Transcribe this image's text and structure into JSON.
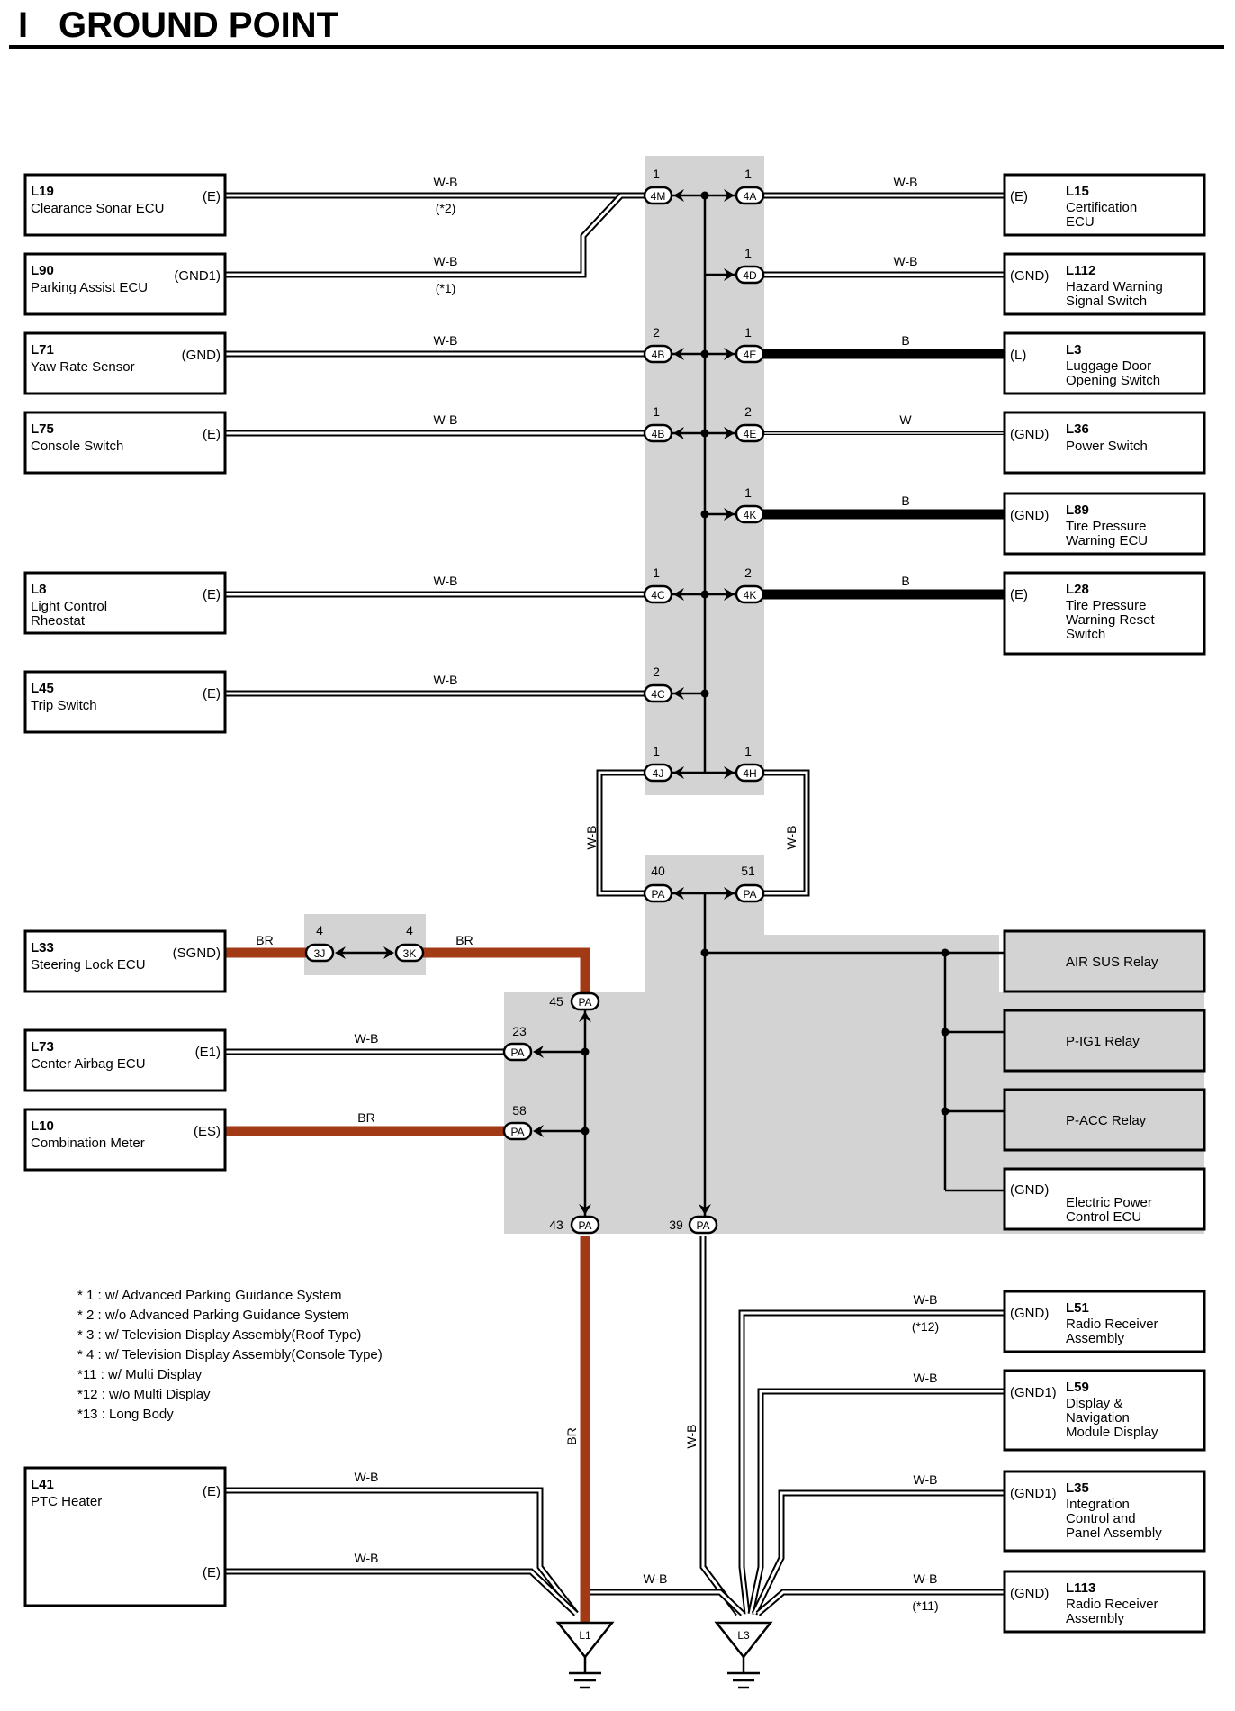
{
  "page": {
    "section_letter": "I",
    "title": "GROUND POINT"
  },
  "components": {
    "L19": {
      "code": "L19",
      "name": [
        "Clearance Sonar ECU"
      ],
      "terminal": "(E)"
    },
    "L90": {
      "code": "L90",
      "name": [
        "Parking Assist ECU"
      ],
      "terminal": "(GND1)"
    },
    "L71": {
      "code": "L71",
      "name": [
        "Yaw Rate Sensor"
      ],
      "terminal": "(GND)"
    },
    "L75": {
      "code": "L75",
      "name": [
        "Console Switch"
      ],
      "terminal": "(E)"
    },
    "L8": {
      "code": "L8",
      "name": [
        "Light Control",
        "Rheostat"
      ],
      "terminal": "(E)"
    },
    "L45": {
      "code": "L45",
      "name": [
        "Trip Switch"
      ],
      "terminal": "(E)"
    },
    "L33": {
      "code": "L33",
      "name": [
        "Steering Lock ECU"
      ],
      "terminal": "(SGND)"
    },
    "L73": {
      "code": "L73",
      "name": [
        "Center Airbag ECU"
      ],
      "terminal": "(E1)"
    },
    "L10": {
      "code": "L10",
      "name": [
        "Combination Meter"
      ],
      "terminal": "(ES)"
    },
    "L41": {
      "code": "L41",
      "name": [
        "PTC Heater"
      ],
      "terminals": [
        "(E)",
        "(E)"
      ]
    },
    "L15": {
      "code": "L15",
      "name": [
        "Certification",
        "ECU"
      ],
      "terminal": "(E)"
    },
    "L112": {
      "code": "L112",
      "name": [
        "Hazard Warning",
        "Signal Switch"
      ],
      "terminal": "(GND)"
    },
    "L3": {
      "code": "L3",
      "name": [
        "Luggage Door",
        "Opening Switch"
      ],
      "terminal": "(L)"
    },
    "L36": {
      "code": "L36",
      "name": [
        "Power Switch"
      ],
      "terminal": "(GND)"
    },
    "L89": {
      "code": "L89",
      "name": [
        "Tire Pressure",
        "Warning ECU"
      ],
      "terminal": "(GND)"
    },
    "L28": {
      "code": "L28",
      "name": [
        "Tire Pressure",
        "Warning Reset",
        "Switch"
      ],
      "terminal": "(E)"
    },
    "L51": {
      "code": "L51",
      "name": [
        "Radio Receiver",
        "Assembly"
      ],
      "terminal": "(GND)"
    },
    "L59": {
      "code": "L59",
      "name": [
        "Display &",
        "Navigation",
        "Module Display"
      ],
      "terminal": "(GND1)"
    },
    "L35": {
      "code": "L35",
      "name": [
        "Integration",
        "Control and",
        "Panel Assembly"
      ],
      "terminal": "(GND1)"
    },
    "L113": {
      "code": "L113",
      "name": [
        "Radio Receiver",
        "Assembly"
      ],
      "terminal": "(GND)"
    }
  },
  "relays": {
    "air_sus": "AIR SUS Relay",
    "p_ig1": "P-IG1 Relay",
    "p_acc": "P-ACC Relay",
    "epc_terminal": "(GND)",
    "epc_name": [
      "Electric Power",
      "Control ECU"
    ]
  },
  "wire_labels": {
    "wb": "W-B",
    "b": "B",
    "w": "W",
    "br": "BR"
  },
  "notes": {
    "n2": "(*2)",
    "n1": "(*1)",
    "n12": "(*12)",
    "n11": "(*11)"
  },
  "connectors": {
    "c4M": "4M",
    "c4A": "4A",
    "c4D": "4D",
    "c4B": "4B",
    "c4E": "4E",
    "c4K": "4K",
    "c4C": "4C",
    "c4J": "4J",
    "c4H": "4H",
    "cPA": "PA",
    "c3J": "3J",
    "c3K": "3K"
  },
  "pins": {
    "p1": "1",
    "p2": "2",
    "p4": "4",
    "p23": "23",
    "p39": "39",
    "p40": "40",
    "p43": "43",
    "p45": "45",
    "p51": "51",
    "p58": "58"
  },
  "grounds": {
    "g1": "L1",
    "g3": "L3"
  },
  "legend": [
    "* 1 : w/ Advanced Parking Guidance System",
    "* 2 : w/o Advanced Parking Guidance System",
    "* 3 : w/ Television Display Assembly(Roof Type)",
    "* 4 : w/ Television Display Assembly(Console Type)",
    "*11 : w/ Multi Display",
    "*12 : w/o Multi Display",
    "*13 : Long Body"
  ],
  "colors": {
    "wire_br": "#a33a16",
    "junction_bg": "#d3d3d3",
    "black": "#000000"
  }
}
